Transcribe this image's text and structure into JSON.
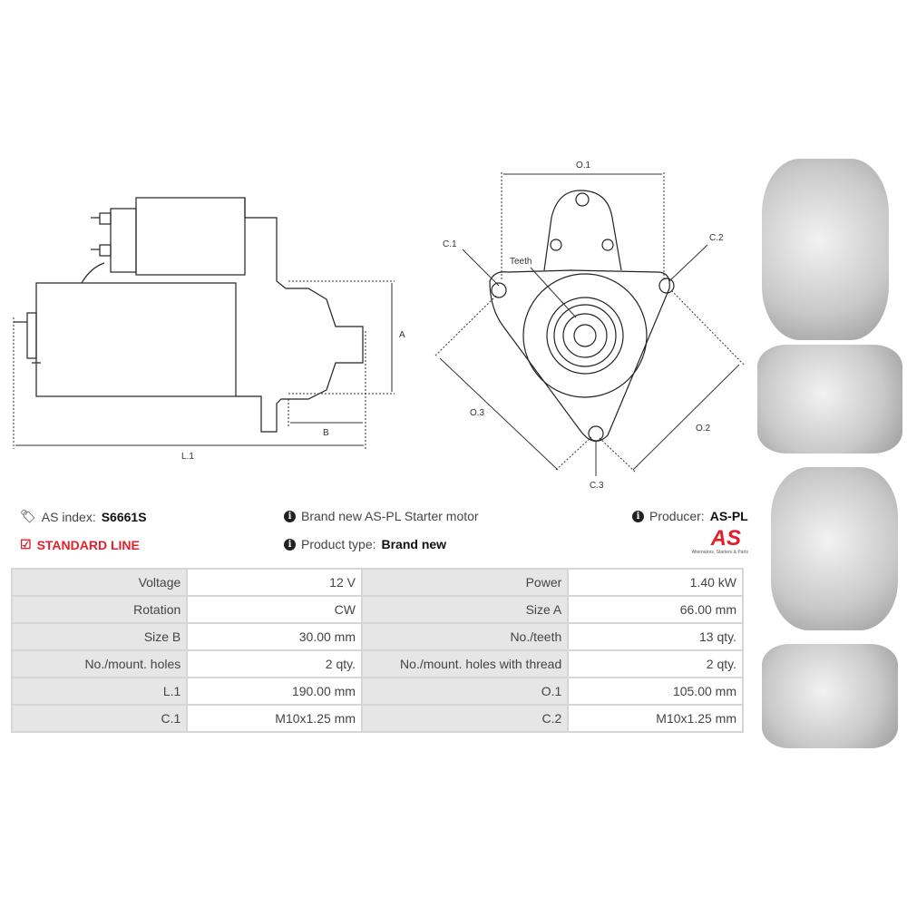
{
  "drawing": {
    "side": {
      "l1": "L.1",
      "a": "A",
      "b": "B"
    },
    "front": {
      "o1": "O.1",
      "o2": "O.2",
      "o3": "O.3",
      "c1": "C.1",
      "c2": "C.2",
      "c3": "C.3",
      "teeth": "Teeth"
    }
  },
  "info": {
    "as_index_label": "AS index:",
    "as_index_value": "S6661S",
    "line": "STANDARD LINE",
    "description": "Brand new AS-PL Starter motor",
    "product_type_label": "Product type:",
    "product_type_value": "Brand new",
    "producer_label": "Producer:",
    "producer_value": "AS-PL",
    "logo_text": "AS",
    "logo_tagline": "Alternators, Starters & Parts"
  },
  "specs": [
    {
      "l1": "Voltage",
      "v1": "12 V",
      "l2": "Power",
      "v2": "1.40 kW"
    },
    {
      "l1": "Rotation",
      "v1": "CW",
      "l2": "Size A",
      "v2": "66.00 mm"
    },
    {
      "l1": "Size B",
      "v1": "30.00 mm",
      "l2": "No./teeth",
      "v2": "13 qty."
    },
    {
      "l1": "No./mount. holes",
      "v1": "2 qty.",
      "l2": "No./mount. holes with thread",
      "v2": "2 qty."
    },
    {
      "l1": "L.1",
      "v1": "190.00 mm",
      "l2": "O.1",
      "v2": "105.00 mm"
    },
    {
      "l1": "C.1",
      "v1": "M10x1.25 mm",
      "l2": "C.2",
      "v2": "M10x1.25 mm"
    }
  ],
  "colors": {
    "accent": "#e3202a"
  }
}
